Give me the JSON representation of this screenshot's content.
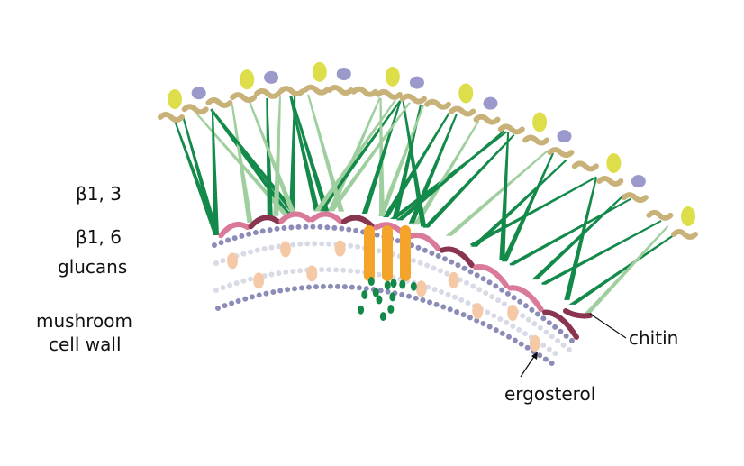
{
  "labels": {
    "beta13": "β1, 3",
    "beta16": "β1, 6",
    "glucans": "glucans",
    "mushroom": "mushroom",
    "cell_wall": "cell wall",
    "chitin": "chitin",
    "ergosterol": "ergosterol"
  },
  "colors": {
    "dark_green": "#138a4a",
    "light_green": "#9fcf9f",
    "tan": "#c9b27a",
    "yellow": "#dede4a",
    "purple": "#9b98cc",
    "membrane_blue": "#8c8cb8",
    "membrane_light": "#d8dbe6",
    "ergosterol": "#f6c9a6",
    "pink": "#d97a98",
    "maroon": "#8a3550",
    "protein": "#f4a42a"
  }
}
